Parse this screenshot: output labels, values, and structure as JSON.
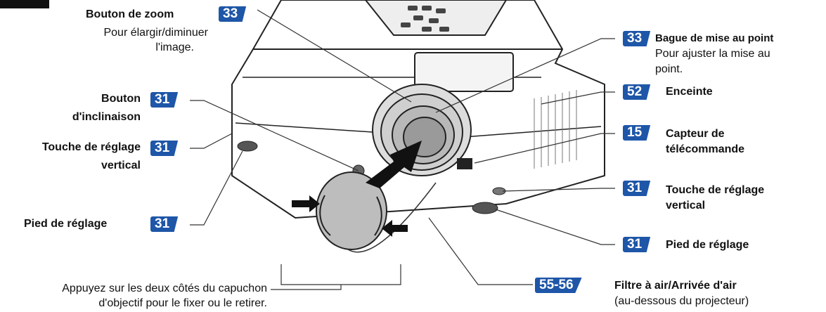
{
  "labels": {
    "zoom_title": "Bouton de zoom",
    "zoom_desc_1": "Pour élargir/diminuer",
    "zoom_desc_2": "l'image.",
    "tilt_1": "Bouton",
    "tilt_2": "d'inclinaison",
    "vadj_left_1": "Touche de réglage",
    "vadj_left_2": "vertical",
    "foot_left": "Pied de réglage",
    "focus_title": "Bague de mise au point",
    "focus_desc_1": "Pour ajuster la mise au",
    "focus_desc_2": "point.",
    "speaker": "Enceinte",
    "sensor_1": "Capteur de",
    "sensor_2": "télécommande",
    "vadj_right_1": "Touche de réglage",
    "vadj_right_2": "vertical",
    "foot_right": "Pied de réglage",
    "filter_title": "Filtre à air/Arrivée d'air",
    "filter_desc": "(au-dessous du projecteur)",
    "cap_1": "Appuyez sur les deux côtés du capuchon",
    "cap_2": "d'objectif pour le fixer ou le retirer."
  },
  "badges": {
    "zoom": "33",
    "tilt": "31",
    "vadj_left": "31",
    "foot_left": "31",
    "focus": "33",
    "speaker": "52",
    "sensor": "15",
    "vadj_right": "31",
    "foot_right": "31",
    "filter": "55-56"
  },
  "colors": {
    "badge": "#1e56a8",
    "arrow": "#111111",
    "lines": "#333333"
  }
}
